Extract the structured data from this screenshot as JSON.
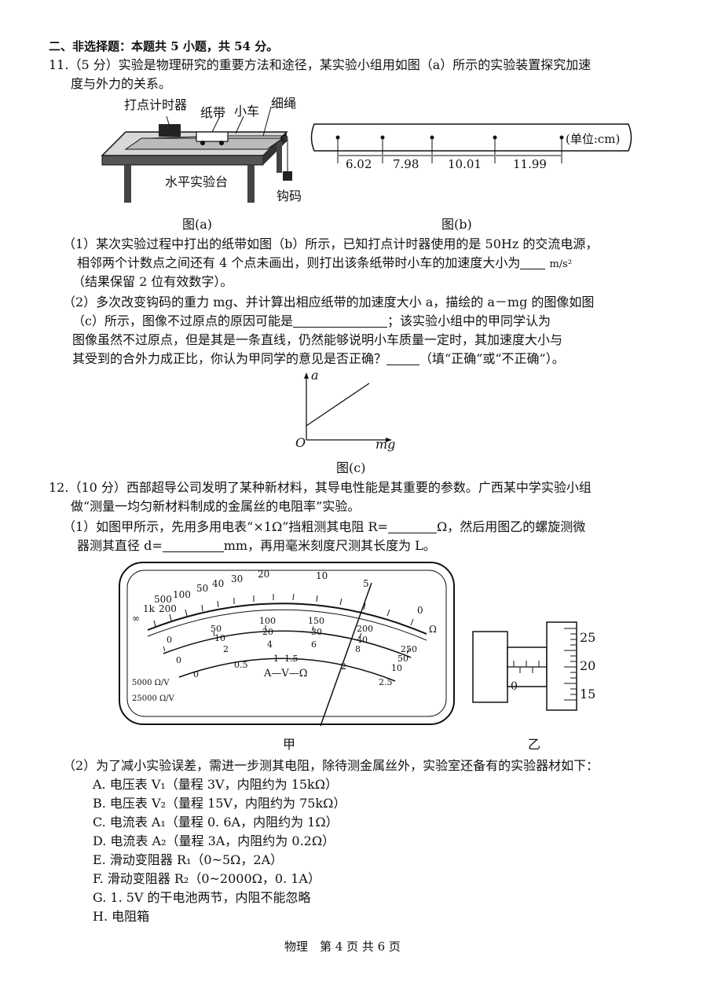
{
  "section_header": "二、非选择题：本题共 5 小题，共 54 分。",
  "q11": {
    "line1": "11.（5 分）实验是物理研究的重要方法和途径，某实验小组用如图（a）所示的实验装置探究加速",
    "line2": "度与外力的关系。",
    "fig_a": {
      "label_timer": "打点计时器",
      "label_tape": "纸带",
      "label_cart": "小车",
      "label_string": "细绳",
      "label_table": "水平实验台",
      "label_weight": "钩码",
      "caption": "图(a)"
    },
    "fig_b": {
      "segments": [
        "6.02",
        "7.98",
        "10.01",
        "11.99"
      ],
      "unit": "(单位:cm)",
      "caption": "图(b)"
    },
    "p1_line1": "（1）某次实验过程中打出的纸带如图（b）所示，已知打点计时器使用的是 50Hz 的交流电源，",
    "p1_line2a": "相邻两个计数点之间还有 4 个点未画出，则打出该条纸带时小车的加速度大小为",
    "p1_line2_unit": "m/s²",
    "p1_line3": "（结果保留 2 位有效数字）。",
    "p2_line1": "（2）多次改变钩码的重力 mg、并计算出相应纸带的加速度大小 a，描绘的 a－mg 的图像如图",
    "p2_line2a": "（c）所示，图像不过原点的原因可能是",
    "p2_line2b": "；该实验小组中的甲同学认为",
    "p2_line3": "图像虽然不过原点，但是其是一条直线，仍然能够说明小车质量一定时，其加速度大小与",
    "p2_line4a": "其受到的合外力成正比，你认为甲同学的意见是否正确？",
    "p2_line4b": "（填“正确”或“不正确”）。",
    "fig_c": {
      "y_label": "a",
      "x_label": "mg",
      "origin": "O",
      "caption": "图(c)"
    }
  },
  "q12": {
    "line1": "12.（10 分）西部超导公司发明了某种新材料，其导电性能是其重要的参数。广西某中学实验小组",
    "line2": "做“测量一均匀新材料制成的金属丝的电阻率”实验。",
    "p1_line1a": "（1）如图甲所示，先用多用电表“×1Ω”挡粗测其电阻 R=",
    "p1_line1b": "Ω，然后用图乙的螺旋测微",
    "p1_line2a": "器测其直径 d=",
    "p1_line2b": "mm，再用毫米刻度尺测其长度为 L。",
    "meter": {
      "ohm_scale": [
        "∞",
        "1k",
        "500",
        "200",
        "100",
        "50",
        "40",
        "30",
        "20",
        "10",
        "5",
        "0"
      ],
      "ohm_unit": "Ω",
      "dc_scale": [
        "0",
        "50",
        "100",
        "150",
        "200",
        "250"
      ],
      "dc_scale_b": [
        "0",
        "10",
        "20",
        "30",
        "40",
        "50"
      ],
      "v_scale": [
        "0",
        "2",
        "4",
        "6",
        "8",
        "10"
      ],
      "ac_scale": [
        "0",
        "0.5",
        "1",
        "1.5",
        "2",
        "2.5"
      ],
      "center_label": "A—V—Ω",
      "note1": "5000 Ω/V",
      "note2": "25000 Ω/V",
      "caption": "甲"
    },
    "micrometer": {
      "ticks": [
        "25",
        "20",
        "15"
      ],
      "zero": "0",
      "caption": "乙"
    },
    "p2_intro": "（2）为了减小实验误差，需进一步测其电阻，除待测金属丝外，实验室还备有的实验器材如下：",
    "options": [
      "A. 电压表 V₁（量程 3V，内阻约为 15kΩ）",
      "B. 电压表 V₂（量程 15V，内阻约为 75kΩ）",
      "C. 电流表 A₁（量程 0. 6A，内阻约为 1Ω）",
      "D. 电流表 A₂（量程 3A，内阻约为 0.2Ω）",
      "E. 滑动变阻器 R₁（0~5Ω，2A）",
      "F. 滑动变阻器 R₂（0~2000Ω，0. 1A）",
      "G. 1. 5V 的干电池两节，内阻不能忽略",
      "H. 电阻箱"
    ]
  },
  "footer": "物理　第 4 页 共 6 页"
}
